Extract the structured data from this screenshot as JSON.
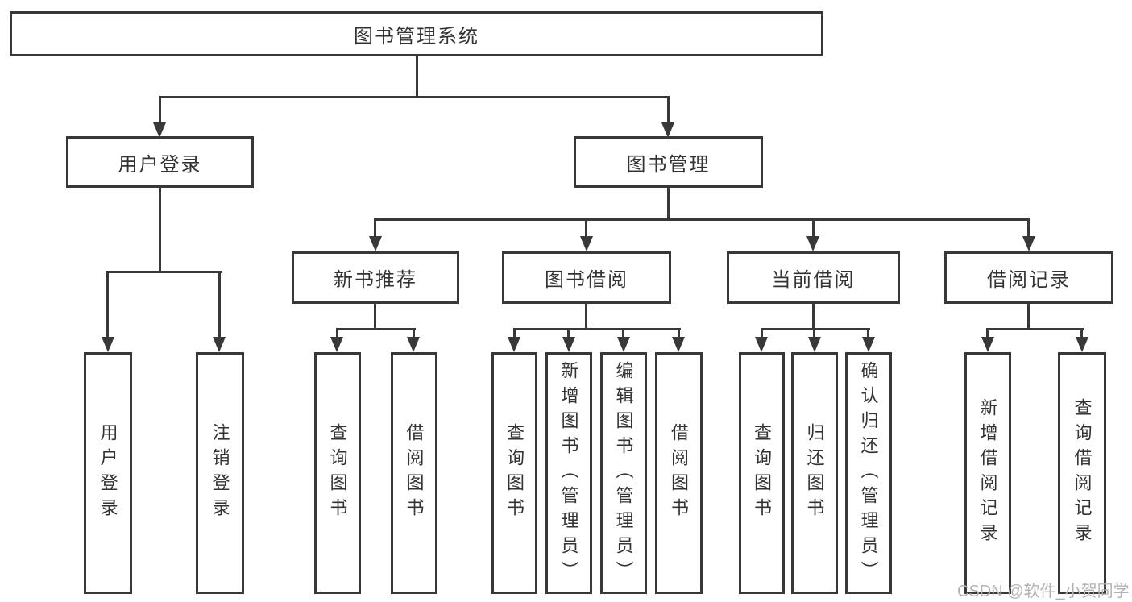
{
  "tree": {
    "root": {
      "label": "图书管理系统"
    },
    "user_login": {
      "label": "用户登录",
      "children": [
        {
          "label": "用户登录"
        },
        {
          "label": "注销登录"
        }
      ]
    },
    "book_mgmt": {
      "label": "图书管理",
      "children": {
        "new_books": {
          "label": "新书推荐",
          "children": [
            {
              "label": "查询图书"
            },
            {
              "label": "借阅图书"
            }
          ]
        },
        "book_borrow": {
          "label": "图书借阅",
          "children": [
            {
              "label": "查询图书"
            },
            {
              "label": "新增图书（管理员）"
            },
            {
              "label": "编辑图书（管理员）"
            },
            {
              "label": "借阅图书"
            }
          ]
        },
        "current_borrow": {
          "label": "当前借阅",
          "children": [
            {
              "label": "查询图书"
            },
            {
              "label": "归还图书"
            },
            {
              "label": "确认归还（管理员）"
            }
          ]
        },
        "borrow_records": {
          "label": "借阅记录",
          "children": [
            {
              "label": "新增借阅记录"
            },
            {
              "label": "查询借阅记录"
            }
          ]
        }
      }
    }
  },
  "watermark": {
    "text": "CSDN @软件_小贺同学"
  },
  "colors": {
    "line": "#383838",
    "text": "#333333",
    "watermark": "#b3b3b3",
    "background": "#ffffff"
  }
}
